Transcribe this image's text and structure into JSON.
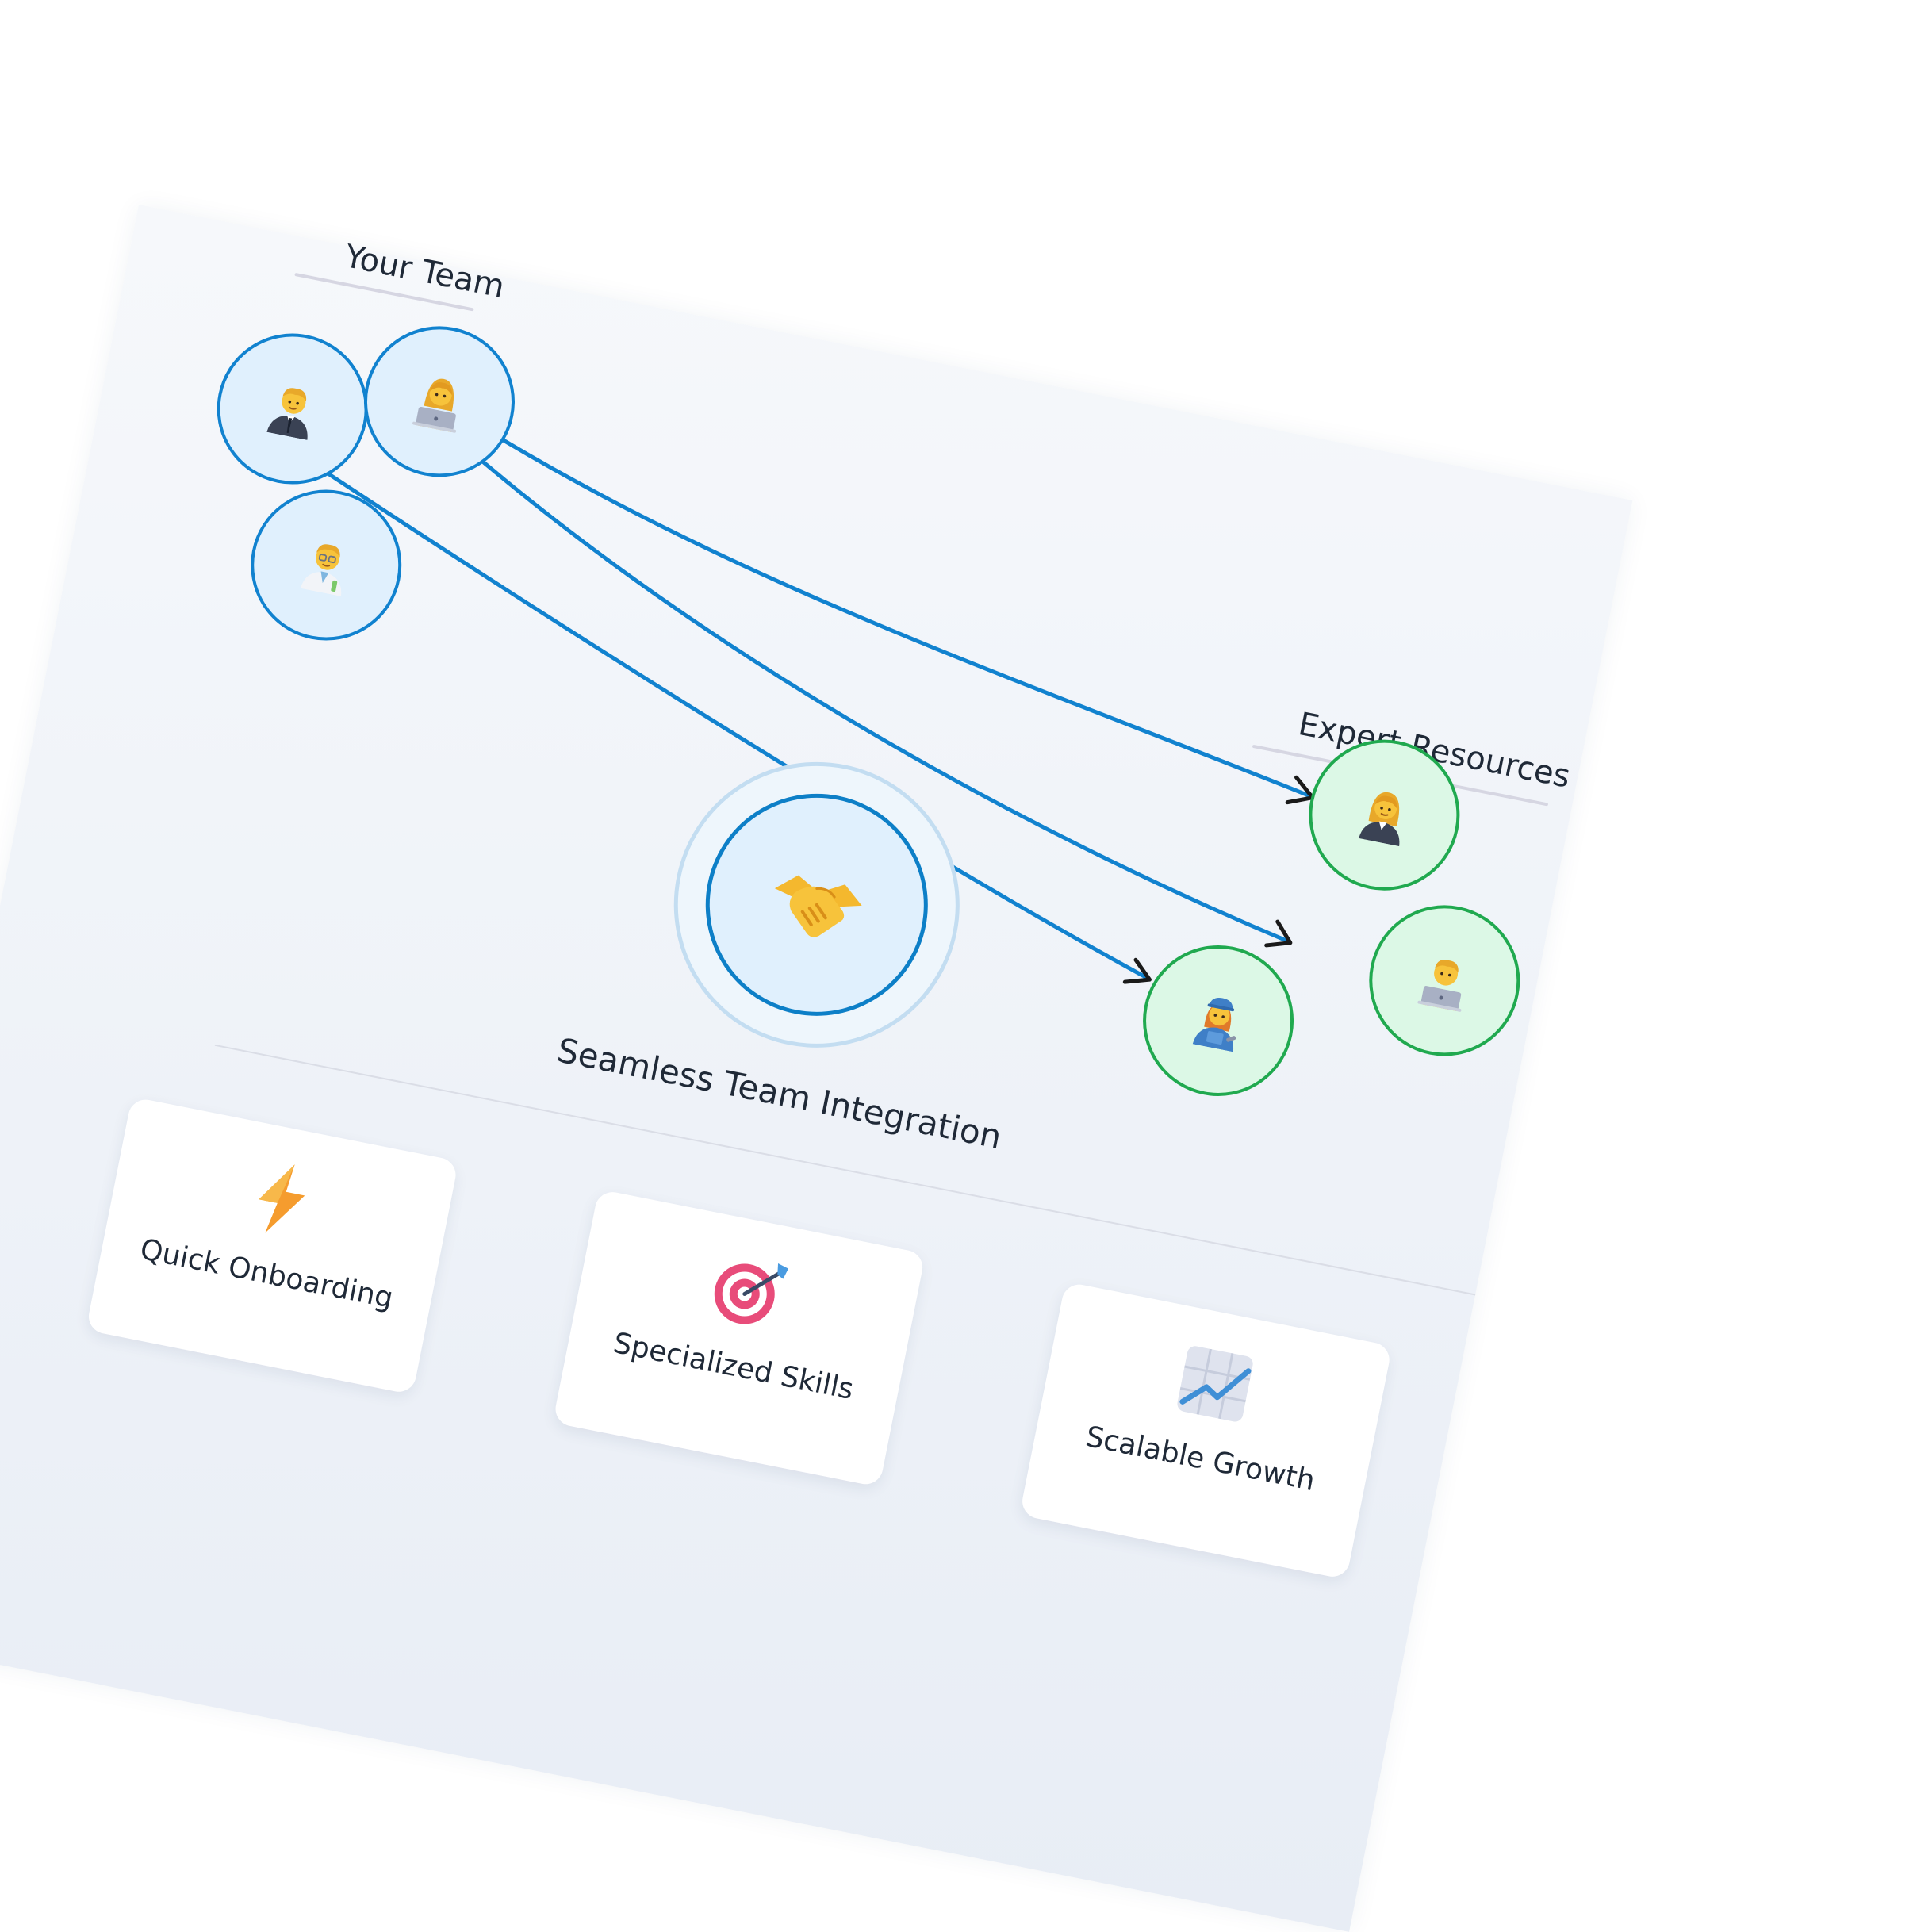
{
  "your_team": {
    "title": "Your Team",
    "members": [
      {
        "name": "businessman",
        "icon": "office-worker-man-icon"
      },
      {
        "name": "laptop-woman",
        "icon": "technologist-woman-icon"
      },
      {
        "name": "scientist",
        "icon": "scientist-man-icon"
      }
    ]
  },
  "expert_resources": {
    "title": "Expert Resources",
    "members": [
      {
        "name": "office-worker",
        "icon": "office-worker-woman-icon"
      },
      {
        "name": "technologist",
        "icon": "technologist-man-icon"
      },
      {
        "name": "mechanic",
        "icon": "mechanic-woman-icon"
      }
    ]
  },
  "center": {
    "label": "Seamless Team Integration",
    "icon": "handshake-icon"
  },
  "features": [
    {
      "label": "Quick Onboarding",
      "icon": "lightning-icon"
    },
    {
      "label": "Specialized Skills",
      "icon": "target-icon"
    },
    {
      "label": "Scalable Growth",
      "icon": "chart-increasing-icon"
    }
  ],
  "colors": {
    "team_border": "#1182cf",
    "team_fill": "#e0f0fd",
    "expert_border": "#20a94f",
    "expert_fill": "#dcf8e6",
    "connector": "#1182cf",
    "arrowhead": "#1a1a1a",
    "text": "#1f2937"
  }
}
